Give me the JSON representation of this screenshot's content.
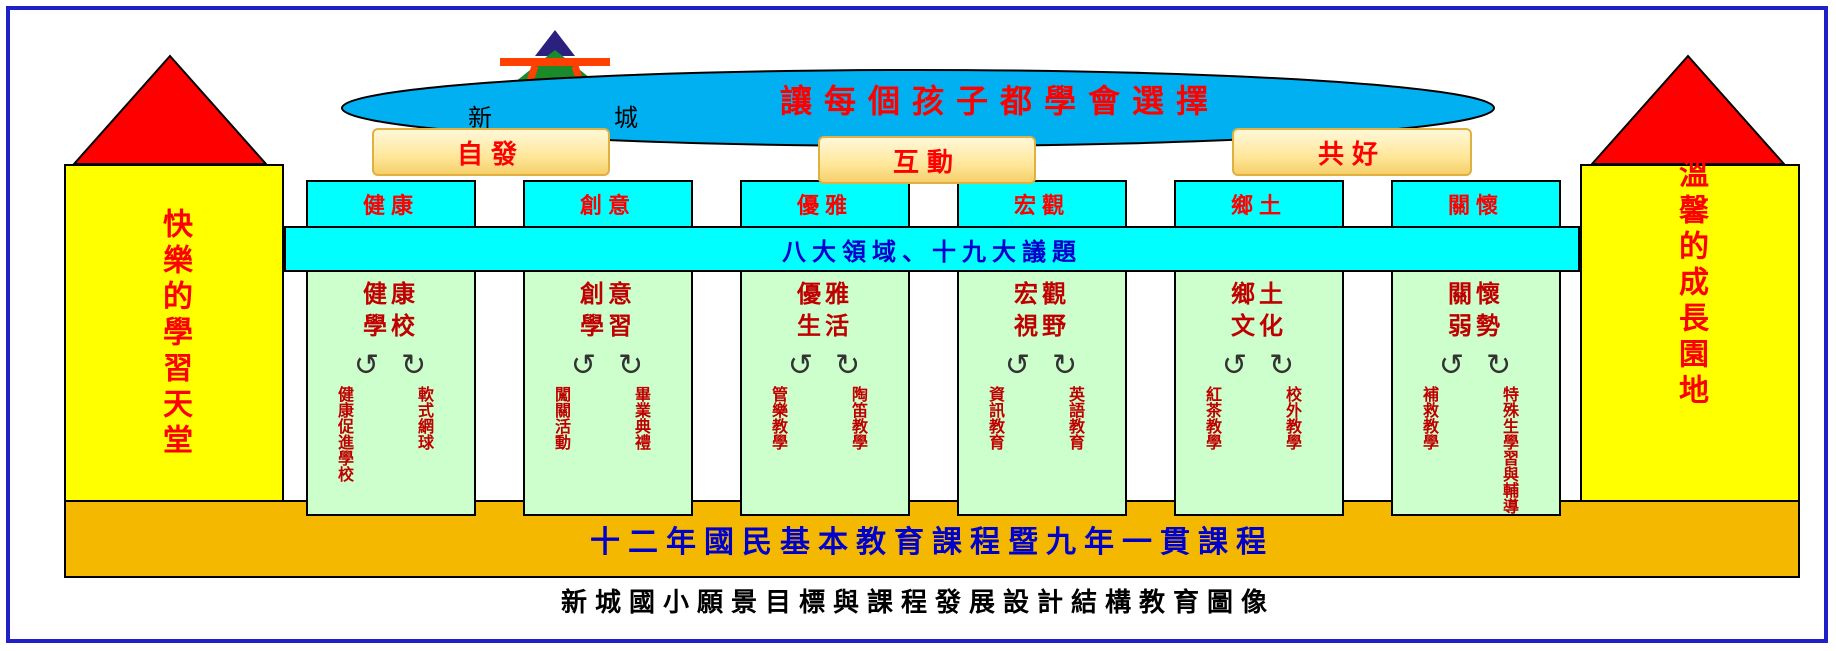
{
  "banner": "讓每個孩子都學會選擇",
  "logo_left_char": "新",
  "logo_right_char": "城",
  "scrolls": [
    "自發",
    "互動",
    "共好"
  ],
  "left_tower": "快樂的學習天堂",
  "right_tower": "溫馨的成長園地",
  "crossbar": "八大領域、十九大議題",
  "base": "十二年國民基本教育課程暨九年一貫課程",
  "caption": "新城國小願景目標與課程發展設計結構教育圖像",
  "pillars": [
    {
      "head": "健康",
      "title_1": "健康",
      "title_2": "學校",
      "sub_left": "健康促進學校",
      "sub_right": "軟式網球"
    },
    {
      "head": "創意",
      "title_1": "創意",
      "title_2": "學習",
      "sub_left": "闖關活動",
      "sub_right": "畢業典禮"
    },
    {
      "head": "優雅",
      "title_1": "優雅",
      "title_2": "生活",
      "sub_left": "管樂教學",
      "sub_right": "陶笛教學"
    },
    {
      "head": "宏觀",
      "title_1": "宏觀",
      "title_2": "視野",
      "sub_left": "資訊教育",
      "sub_right": "英語教育"
    },
    {
      "head": "鄉土",
      "title_1": "鄉土",
      "title_2": "文化",
      "sub_left": "紅茶教學",
      "sub_right": "校外教學"
    },
    {
      "head": "關懷",
      "title_1": "關懷",
      "title_2": "弱勢",
      "sub_left": "補救教學",
      "sub_right": "特殊生學習與輔導"
    }
  ],
  "colors": {
    "frame": "#2020c8",
    "tower_fill": "#ffff00",
    "roof": "#ff0000",
    "crossbar": "#00ffff",
    "pillar_body": "#ccffcc",
    "base": "#f5b800",
    "banner": "#00b0f0",
    "text_red": "#ff0000",
    "text_blue": "#0000cc"
  }
}
